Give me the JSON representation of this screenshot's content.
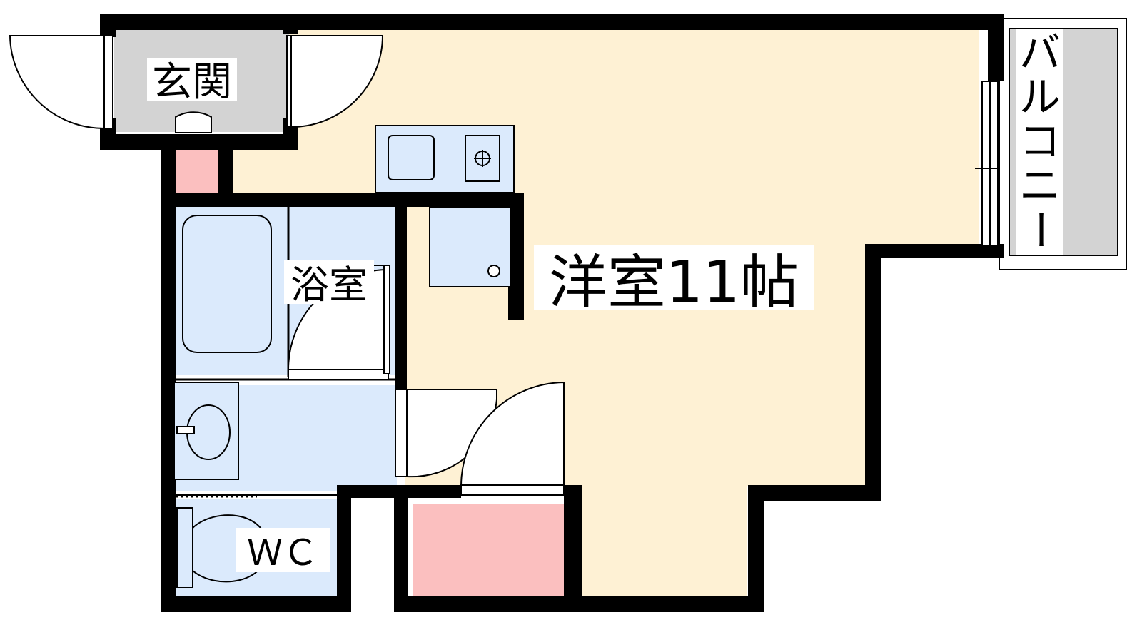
{
  "labels": {
    "entrance": "玄関",
    "bath": "浴室",
    "room": "洋室11帖",
    "wc": "ＷＣ",
    "balcony": [
      "バ",
      "ル",
      "コ",
      "ニ",
      "ー"
    ]
  },
  "colors": {
    "room_floor": "#fef1d4",
    "wet_area": "#dbeafc",
    "entrance_floor": "#d3d3d3",
    "storage": "#fbbfbf",
    "balcony_floor": "#d3d3d3",
    "wall": "#000000"
  }
}
